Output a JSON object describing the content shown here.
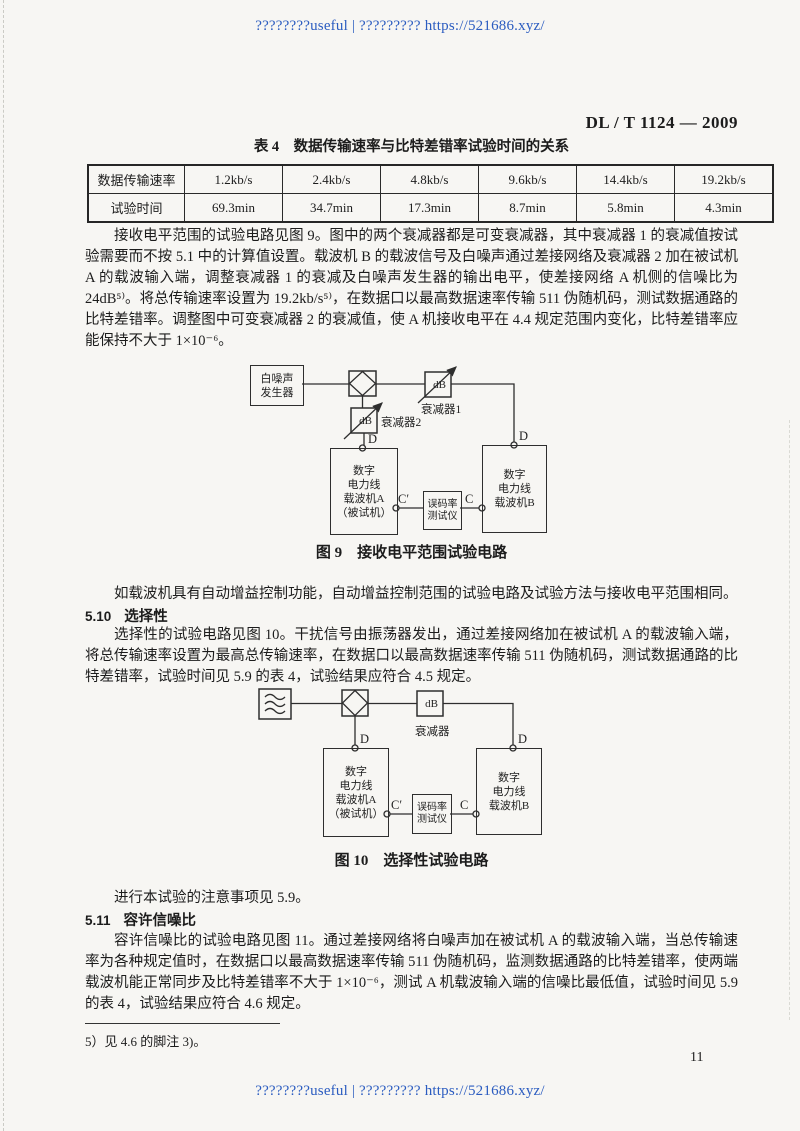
{
  "watermark_top": "????????useful | ????????? https://521686.xyz/",
  "watermark_bottom": "????????useful | ????????? https://521686.xyz/",
  "header": {
    "doc_number": "DL / T 1124 — 2009",
    "page_number": "11"
  },
  "table4": {
    "title": "表 4　数据传输速率与比特差错率试验时间的关系",
    "rows": [
      {
        "label": "数据传输速率",
        "values": [
          "1.2kb/s",
          "2.4kb/s",
          "4.8kb/s",
          "9.6kb/s",
          "14.4kb/s",
          "19.2kb/s"
        ]
      },
      {
        "label": "试验时间",
        "values": [
          "69.3min",
          "34.7min",
          "17.3min",
          "8.7min",
          "5.8min",
          "4.3min"
        ]
      }
    ]
  },
  "body": {
    "para_receive_level": "接收电平范围的试验电路见图 9。图中的两个衰减器都是可变衰减器，其中衰减器 1 的衰减值按试验需要而不按 5.1 中的计算值设置。载波机 B 的载波信号及白噪声通过差接网络及衰减器 2 加在被试机 A 的载波输入端，调整衰减器 1 的衰减及白噪声发生器的输出电平，使差接网络 A 机侧的信噪比为 24dB⁵⁾。将总传输速率设置为 19.2kb/s⁵⁾，在数据口以最高数据速率传输 511 伪随机码，测试数据通路的比特差错率。调整图中可变衰减器 2 的衰减值，使 A 机接收电平在 4.4 规定范围内变化，比特差错率应能保持不大于 1×10⁻⁶。",
    "para_agc": "如载波机具有自动增益控制功能，自动增益控制范围的试验电路及试验方法与接收电平范围相同。",
    "para_selectivity": "选择性的试验电路见图 10。干扰信号由振荡器发出，通过差接网络加在被试机 A 的载波输入端，将总传输速率设置为最高总传输速率，在数据口以最高数据速率传输 511 伪随机码，测试数据通路的比特差错率，试验时间见 5.9 的表 4，试验结果应符合 4.5 规定。",
    "para_note": "进行本试验的注意事项见 5.9。",
    "para_snr": "容许信噪比的试验电路见图 11。通过差接网络将白噪声加在被试机 A 的载波输入端，当总传输速率为各种规定值时，在数据口以最高数据速率传输 511 伪随机码，监测数据通路的比特差错率，使两端载波机能正常同步及比特差错率不大于 1×10⁻⁶，测试 A 机载波输入端的信噪比最低值，试验时间见 5.9 的表 4，试验结果应符合 4.6 规定。"
  },
  "sections": {
    "s510": {
      "number": "5.10",
      "title": "选择性"
    },
    "s511": {
      "number": "5.11",
      "title": "容许信噪比"
    }
  },
  "figure9": {
    "caption": "图 9　接收电平范围试验电路",
    "noise_box": "白噪声\n发生器",
    "db": "dB",
    "attenuator1_label": "衰减器1",
    "attenuator2_label": "衰减器2",
    "carrier_a": "数字\n电力线\n载波机A\n（被试机）",
    "carrier_b": "数字\n电力线\n载波机B",
    "tester": "误码率\n测试仪",
    "port_d": "D",
    "port_c_prime": "C′",
    "port_c": "C"
  },
  "figure10": {
    "caption": "图 10　选择性试验电路",
    "db": "dB",
    "attenuator_label": "衰减器",
    "carrier_a": "数字\n电力线\n载波机A\n（被试机）",
    "carrier_b": "数字\n电力线\n载波机B",
    "tester": "误码率\n测试仪",
    "port_d": "D",
    "port_c_prime": "C′",
    "port_c": "C"
  },
  "footnote": "5）见 4.6 的脚注 3)。"
}
